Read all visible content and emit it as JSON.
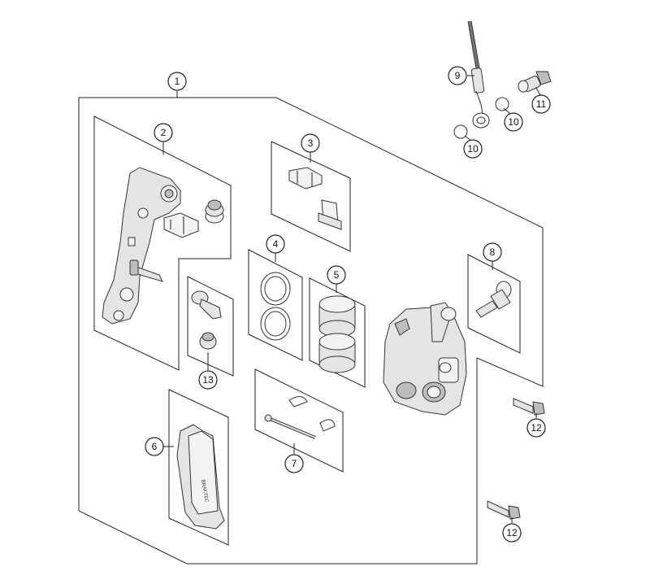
{
  "diagram": {
    "callouts": [
      {
        "id": "callout-1",
        "label": "1"
      },
      {
        "id": "callout-2",
        "label": "2"
      },
      {
        "id": "callout-3",
        "label": "3"
      },
      {
        "id": "callout-4",
        "label": "4"
      },
      {
        "id": "callout-5",
        "label": "5"
      },
      {
        "id": "callout-6",
        "label": "6"
      },
      {
        "id": "callout-7",
        "label": "7"
      },
      {
        "id": "callout-8",
        "label": "8"
      },
      {
        "id": "callout-9",
        "label": "9"
      },
      {
        "id": "callout-10a",
        "label": "10"
      },
      {
        "id": "callout-10b",
        "label": "10"
      },
      {
        "id": "callout-11",
        "label": "11"
      },
      {
        "id": "callout-12a",
        "label": "12"
      },
      {
        "id": "callout-12b",
        "label": "12"
      },
      {
        "id": "callout-13",
        "label": "13"
      }
    ]
  }
}
